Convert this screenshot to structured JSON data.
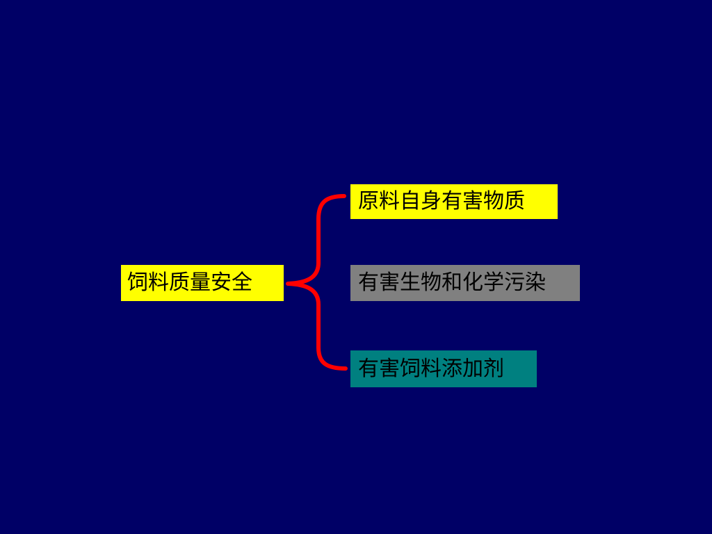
{
  "diagram": {
    "root": {
      "label": "饲料质量安全"
    },
    "branches": [
      {
        "label": "原料自身有害物质",
        "color": "#ffff00"
      },
      {
        "label": "有害生物和化学污染",
        "color": "#808080"
      },
      {
        "label": "有害饲料添加剂",
        "color": "#008080"
      }
    ],
    "connector": {
      "type": "curly-brace",
      "color": "#ff0000"
    },
    "background_color": "#000066"
  }
}
